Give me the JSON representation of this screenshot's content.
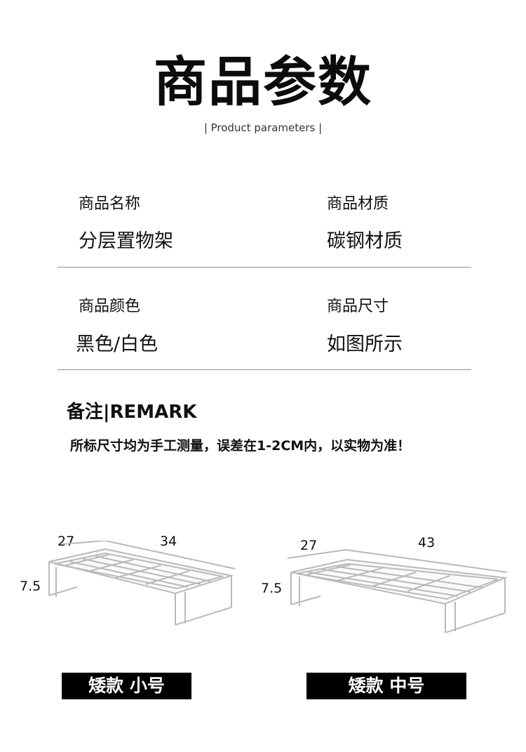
{
  "header": {
    "title": "商品参数",
    "subtitle": "| Product parameters |"
  },
  "params": [
    {
      "label": "商品名称",
      "value": "分层置物架"
    },
    {
      "label": "商品材质",
      "value": "碳钢材质"
    },
    {
      "label": "商品颜色",
      "value": "黑色/白色"
    },
    {
      "label": "商品尺寸",
      "value": "如图所示"
    }
  ],
  "remark": {
    "title": "备注|REMARK",
    "text": "所标尺寸均为手工测量，误差在1-2CM内，以实物为准！"
  },
  "products": [
    {
      "depth": "27",
      "width": "34",
      "height": "7.5",
      "label": "矮款 小号"
    },
    {
      "depth": "27",
      "width": "43",
      "height": "7.5",
      "label": "矮款 中号"
    }
  ],
  "colors": {
    "background": "#ffffff",
    "text": "#111111",
    "label_bg": "#000000",
    "label_text": "#ffffff",
    "divider": "#8e8e8e"
  }
}
